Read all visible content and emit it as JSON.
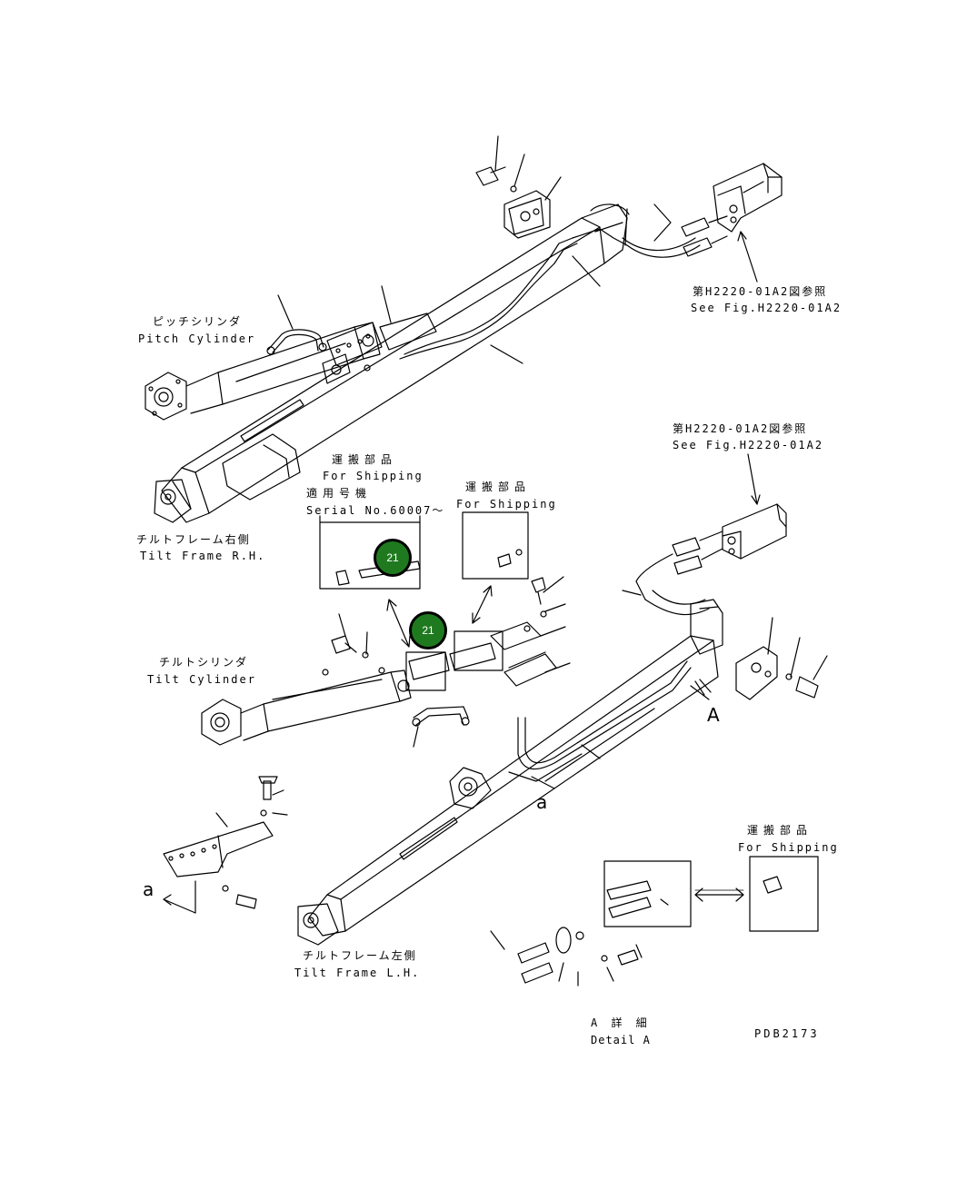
{
  "labels": {
    "pitch_cylinder_jp": "ピッチシリンダ",
    "pitch_cylinder_en": "Pitch Cylinder",
    "see_fig_top_jp": "第H2220-01A2図参照",
    "see_fig_top_en": "See Fig.H2220-01A2",
    "see_fig_mid_jp": "第H2220-01A2図参照",
    "see_fig_mid_en": "See Fig.H2220-01A2",
    "shipping1_jp": "運搬部品",
    "shipping1_en": "For Shipping",
    "serial_jp": "適用号機",
    "serial_en": "Serial No.60007～",
    "shipping2_jp": "運搬部品",
    "shipping2_en": "For Shipping",
    "tilt_frame_rh_jp": "チルトフレーム右側",
    "tilt_frame_rh_en": "Tilt Frame R.H.",
    "tilt_cylinder_jp": "チルトシリンダ",
    "tilt_cylinder_en": "Tilt Cylinder",
    "tilt_frame_lh_jp": "チルトフレーム左側",
    "tilt_frame_lh_en": "Tilt Frame L.H.",
    "shipping3_jp": "運搬部品",
    "shipping3_en": "For Shipping",
    "detail_jp": "A 詳 細",
    "detail_en": "Detail A",
    "view_a": "A",
    "ref_a_mid": "a",
    "ref_a_left": "a",
    "drawing_code": "PDB2173"
  },
  "markers": [
    {
      "label": "21"
    },
    {
      "label": "21"
    }
  ],
  "colors": {
    "marker_fill": "#1f7a1f",
    "line": "#000000"
  }
}
